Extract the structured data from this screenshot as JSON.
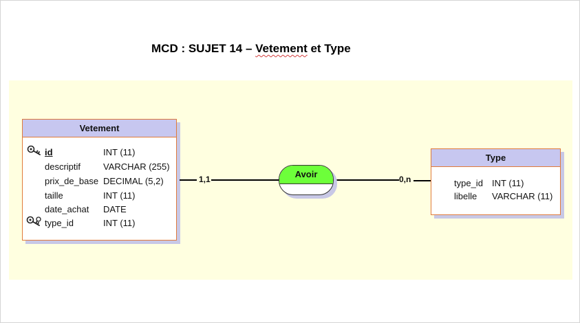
{
  "title": {
    "prefix": "MCD : SUJET 14 – ",
    "underlined": "Vetement",
    "suffix": " et Type"
  },
  "entities": {
    "vetement": {
      "name": "Vetement",
      "attributes": [
        {
          "name": "id",
          "type": "INT (11)",
          "key": "primary"
        },
        {
          "name": "descriptif",
          "type": "VARCHAR (255)",
          "key": ""
        },
        {
          "name": "prix_de_base",
          "type": "DECIMAL (5,2)",
          "key": ""
        },
        {
          "name": "taille",
          "type": "INT (11)",
          "key": ""
        },
        {
          "name": "date_achat",
          "type": "DATE",
          "key": ""
        },
        {
          "name": "type_id",
          "type": "INT (11)",
          "key": "foreign"
        }
      ]
    },
    "type": {
      "name": "Type",
      "attributes": [
        {
          "name": "type_id",
          "type": "INT (11)"
        },
        {
          "name": "libelle",
          "type": "VARCHAR (11)"
        }
      ]
    }
  },
  "association": {
    "name": "Avoir",
    "left_cardinality": "1,1",
    "right_cardinality": "0,n"
  },
  "colors": {
    "canvas": "#ffffe0",
    "entity_header": "#c7c7f0",
    "entity_border": "#e07a3a",
    "association_fill": "#6dff3a",
    "shadow": "#c8c8e6"
  }
}
